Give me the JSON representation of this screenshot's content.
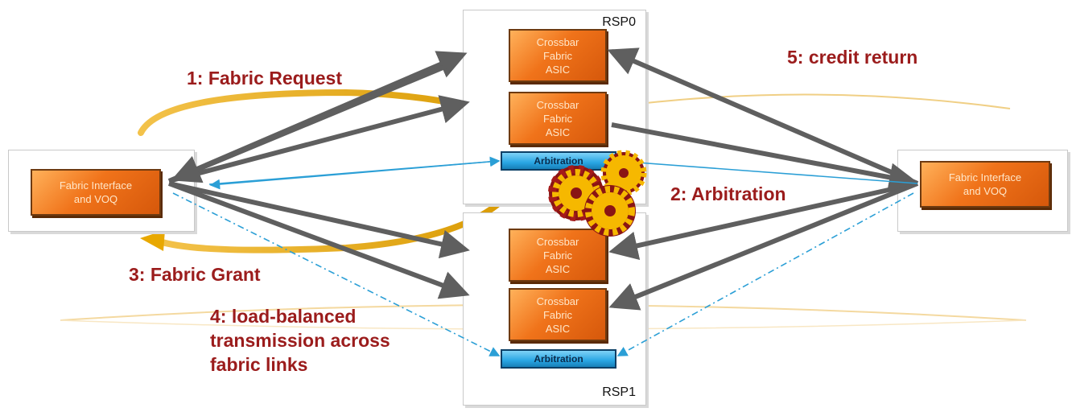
{
  "rsp0": {
    "label": "RSP0"
  },
  "rsp1": {
    "label": "RSP1"
  },
  "asic_label": "Crossbar\nFabric\nASIC",
  "arbitration_label": "Arbitration",
  "fabric_interface_label": "Fabric Interface\nand VOQ",
  "steps": {
    "s1": "1: Fabric Request",
    "s2": "2: Arbitration",
    "s3": "3: Fabric Grant",
    "s4": "4: load-balanced\ntransmission across\nfabric links",
    "s5": "5: credit return"
  },
  "colors": {
    "asic_orange": "#f0731a",
    "arbitration_blue": "#29a6e4",
    "step_text": "#9b1c1c",
    "data_arrow": "#5f5f5f",
    "control_arrow": "#2b9fd6",
    "curve_gold": "#e8a800"
  }
}
